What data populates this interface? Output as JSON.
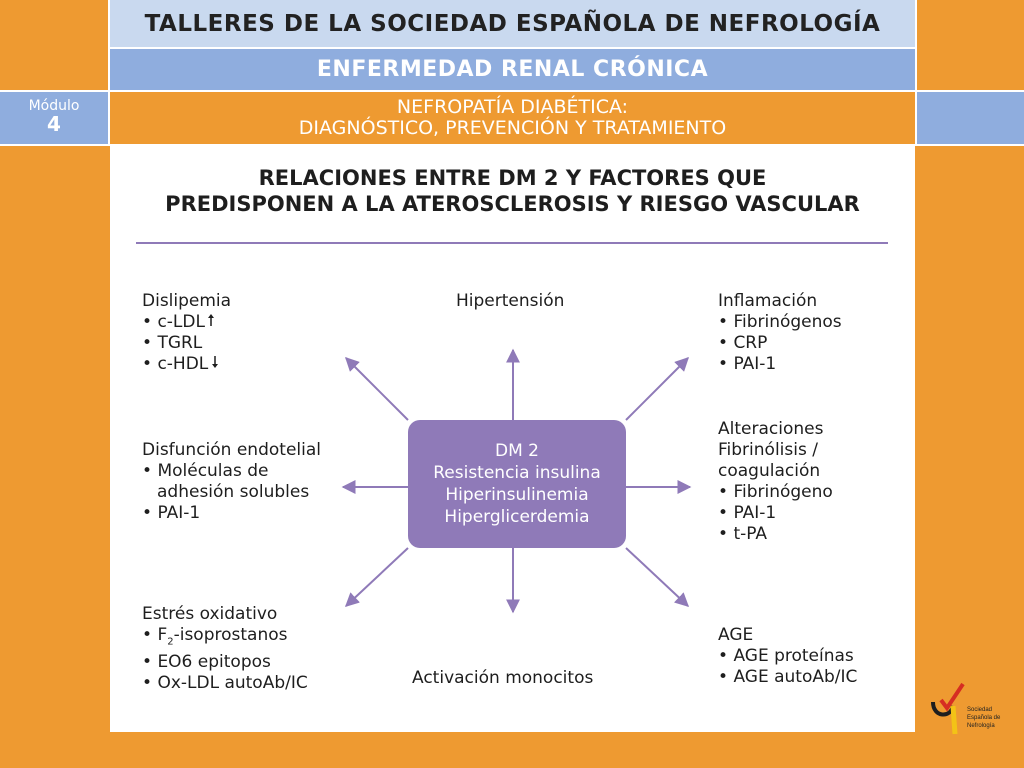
{
  "header": {
    "title": "TALLERES DE LA SOCIEDAD ESPAÑOLA DE NEFROLOGÍA",
    "subtitle": "ENFERMEDAD RENAL CRÓNICA",
    "topic_line1": "NEFROPATÍA DIABÉTICA:",
    "topic_line2": "DIAGNÓSTICO, PREVENCIÓN  Y TRATAMIENTO",
    "module_label": "Módulo",
    "module_number": "4"
  },
  "diagram": {
    "heading_line1": "RELACIONES ENTRE DM 2 Y FACTORES QUE",
    "heading_line2": "PREDISPONEN A LA ATEROSCLEROSIS Y RIESGO VASCULAR",
    "center": [
      "DM 2",
      "Resistencia insulina",
      "Hiperinsulinemia",
      "Hiperglicerdemia"
    ],
    "dislipemia": {
      "title": "Dislipemia",
      "items": [
        "c-LDL",
        "TGRL",
        "c-HDL"
      ]
    },
    "hipertension": {
      "title": "Hipertensión"
    },
    "inflamacion": {
      "title": "Inflamación",
      "items": [
        "Fibrinógenos",
        "CRP",
        "PAI-1"
      ]
    },
    "disfuncion": {
      "title": "Disfunción endotelial",
      "items": [
        "Moléculas de",
        "adhesión solubles",
        "PAI-1"
      ]
    },
    "alteraciones": {
      "title1": "Alteraciones",
      "title2": "Fibrinólisis /",
      "title3": "coagulación",
      "items": [
        "Fibrinógeno",
        "PAI-1",
        "t-PA"
      ]
    },
    "estres": {
      "title": "Estrés oxidativo",
      "items": [
        "F",
        "2",
        "-isoprostanos",
        "EO6 epitopos",
        "Ox-LDL autoAb/IC"
      ]
    },
    "activacion": {
      "title": "Activación monocitos"
    },
    "age": {
      "title": "AGE",
      "items": [
        "AGE proteínas",
        "AGE autoAb/IC"
      ]
    }
  },
  "logo": {
    "line1": "Sociedad",
    "line2": "Española de",
    "line3": "Nefrología"
  },
  "colors": {
    "orange": "#ee9a31",
    "light_blue": "#c9d9ef",
    "mid_blue": "#8fadde",
    "purple": "#8f7ab8"
  }
}
